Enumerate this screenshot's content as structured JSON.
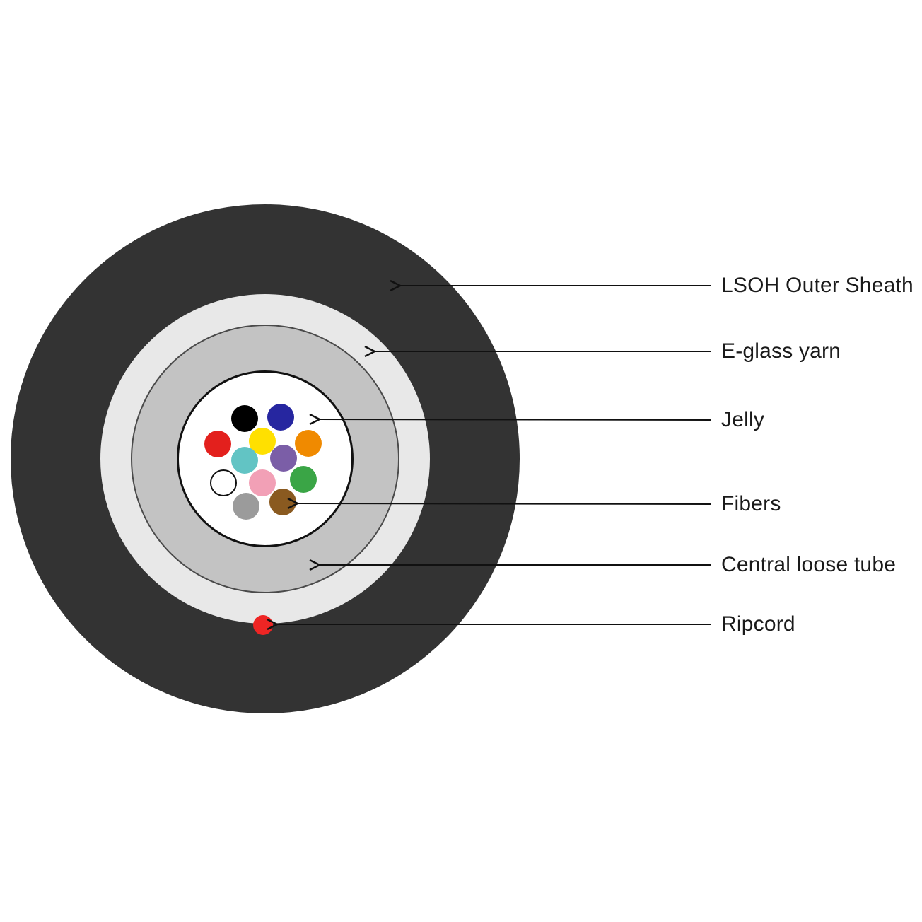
{
  "title": "Fiber optic cable cross-section diagram",
  "colors": {
    "background": "#ffffff",
    "outer_sheath": "#333333",
    "eglass_ring": "#e8e8e8",
    "loose_tube_ring": "#c3c3c3",
    "jelly": "#ffffff",
    "outline": "#111111",
    "ripcord": "#ee2524",
    "arrow": "#111111"
  },
  "labels": [
    {
      "text": "LSOH Outer Sheath"
    },
    {
      "text": "E-glass yarn"
    },
    {
      "text": "Jelly"
    },
    {
      "text": "Fibers"
    },
    {
      "text": "Central loose tube"
    },
    {
      "text": "Ripcord"
    }
  ],
  "fibers": [
    {
      "name": "black",
      "color": "#000000"
    },
    {
      "name": "blue",
      "color": "#2626a0"
    },
    {
      "name": "red",
      "color": "#e3201d"
    },
    {
      "name": "yellow",
      "color": "#ffe000"
    },
    {
      "name": "orange",
      "color": "#f08a00"
    },
    {
      "name": "aqua",
      "color": "#62c4c4"
    },
    {
      "name": "violet",
      "color": "#7b5ea7"
    },
    {
      "name": "white",
      "color": "#ffffff"
    },
    {
      "name": "rose",
      "color": "#f2a0b6"
    },
    {
      "name": "green",
      "color": "#3aa546"
    },
    {
      "name": "slate",
      "color": "#9b9b9b"
    },
    {
      "name": "brown",
      "color": "#8a5a20"
    }
  ]
}
